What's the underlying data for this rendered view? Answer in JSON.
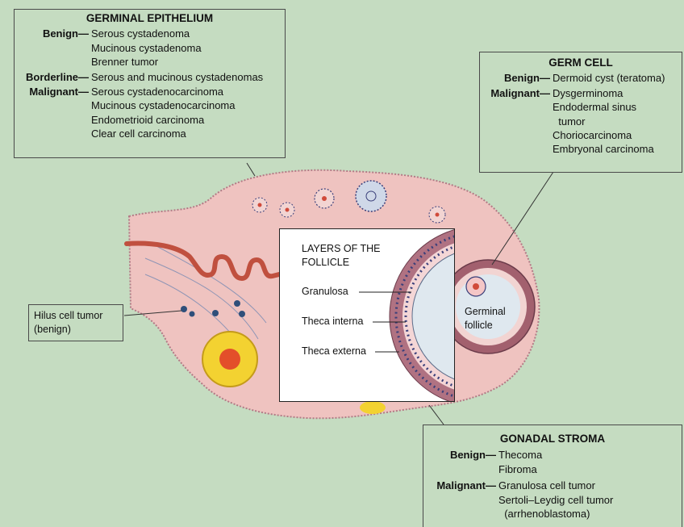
{
  "germinal_epithelium": {
    "title": "GERMINAL EPITHELIUM",
    "benign_label": "Benign—",
    "benign": [
      "Serous cystadenoma",
      "Mucinous cystadenoma",
      "Brenner tumor"
    ],
    "borderline_label": "Borderline—",
    "borderline": [
      "Serous and mucinous cystadenomas"
    ],
    "malignant_label": "Malignant—",
    "malignant": [
      "Serous cystadenocarcinoma",
      "Mucinous cystadenocarcinoma",
      "Endometrioid carcinoma",
      "Clear cell carcinoma"
    ]
  },
  "germ_cell": {
    "title": "GERM CELL",
    "benign_label": "Benign—",
    "benign": [
      "Dermoid cyst (teratoma)"
    ],
    "malignant_label": "Malignant—",
    "malignant": [
      "Dysgerminoma",
      "Endodermal sinus",
      "  tumor",
      "Choriocarcinoma",
      "Embryonal carcinoma"
    ]
  },
  "hilus": {
    "line1": "Hilus cell tumor",
    "line2": "(benign)"
  },
  "follicle_inset": {
    "title1": "LAYERS OF THE",
    "title2": "FOLLICLE",
    "granulosa": "Granulosa",
    "theca_interna": "Theca interna",
    "theca_externa": "Theca externa"
  },
  "germinal_follicle": {
    "line1": "Germinal",
    "line2": "follicle"
  },
  "gonadal_stroma": {
    "title": "GONADAL STROMA",
    "benign_label": "Benign—",
    "benign": [
      "Thecoma",
      "Fibroma"
    ],
    "malignant_label": "Malignant—",
    "malignant": [
      "Granulosa cell tumor",
      "Sertoli–Leydig cell tumor",
      "  (arrhenoblastoma)"
    ]
  },
  "colors": {
    "background": "#c5dcc1",
    "ovary": "#efc3c0",
    "ovary_edge": "#b37a86",
    "tube": "#c0503f",
    "corpus_luteum": "#f3d231"
  }
}
